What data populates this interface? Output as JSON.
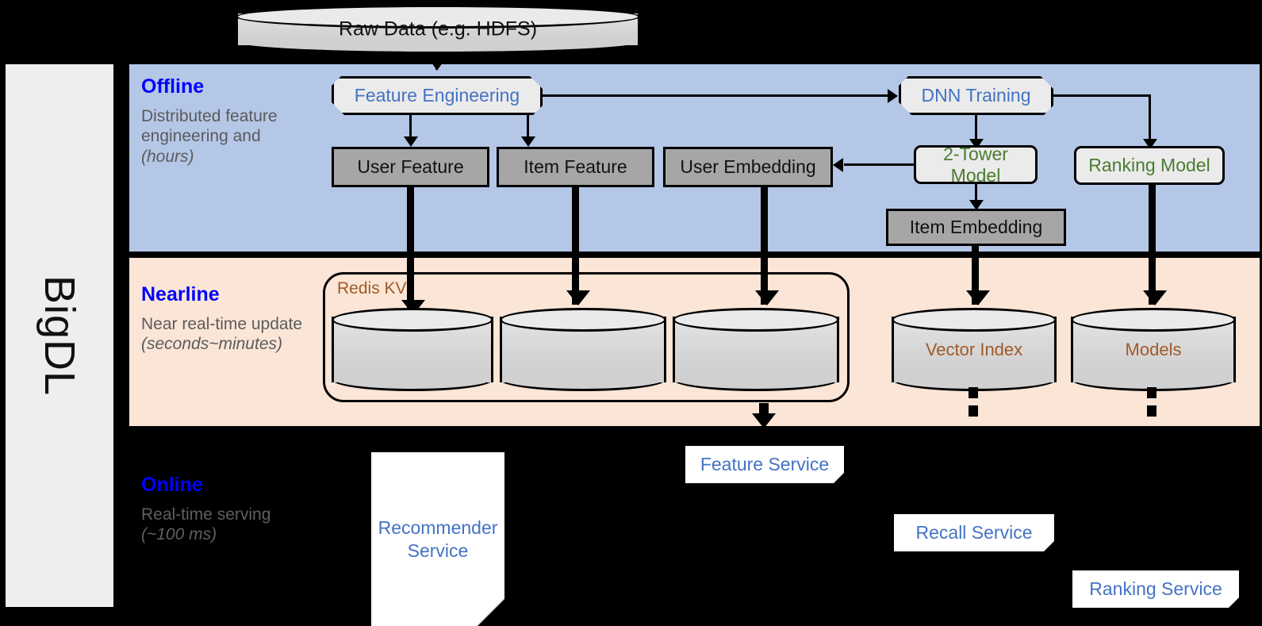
{
  "framework": {
    "name": "BigDL"
  },
  "source": {
    "label": "Raw Data (e.g. HDFS)"
  },
  "layers": [
    {
      "id": "offline",
      "title": "Offline",
      "description": "Distributed feature engineering and ",
      "description_italic": "(hours)",
      "background": "#b4c7e7"
    },
    {
      "id": "nearline",
      "title": "Nearline",
      "description": "Near real-time update ",
      "description_italic": "(seconds~minutes)",
      "background": "#fbe5d6"
    },
    {
      "id": "online",
      "title": "Online",
      "description": "Real-time serving ",
      "description_italic": "(~100 ms)",
      "background": "#000000"
    }
  ],
  "offline_nodes": {
    "feature_engineering": "Feature Engineering",
    "dnn_training": "DNN Training",
    "user_feature": "User Feature",
    "item_feature": "Item Feature",
    "user_embedding": "User Embedding",
    "two_tower_model": "2-Tower Model",
    "ranking_model": "Ranking Model",
    "item_embedding": "Item Embedding"
  },
  "nearline_nodes": {
    "redis_kv": "Redis KV",
    "store_user_feature": "",
    "store_item_feature": "",
    "store_user_embedding": "",
    "vector_index": "Vector Index",
    "models": "Models"
  },
  "online_nodes": {
    "recommender_service": "Recommender Service",
    "feature_service": "Feature Service",
    "recall_service": "Recall Service",
    "ranking_service": "Ranking Service"
  },
  "colors": {
    "offline_band": "#b4c7e7",
    "nearline_band": "#fbe5d6",
    "online_band": "#000000",
    "layer_title": "#0000ff",
    "layer_desc": "#5b5b5b",
    "blue_node_text": "#4472c4",
    "green_node_text": "#4a7c2f",
    "brown_node_text": "#a05a28",
    "gray_node_fill": "#a6a6a6",
    "light_node_fill": "#ebebeb",
    "rail_fill": "#eeeeee"
  }
}
